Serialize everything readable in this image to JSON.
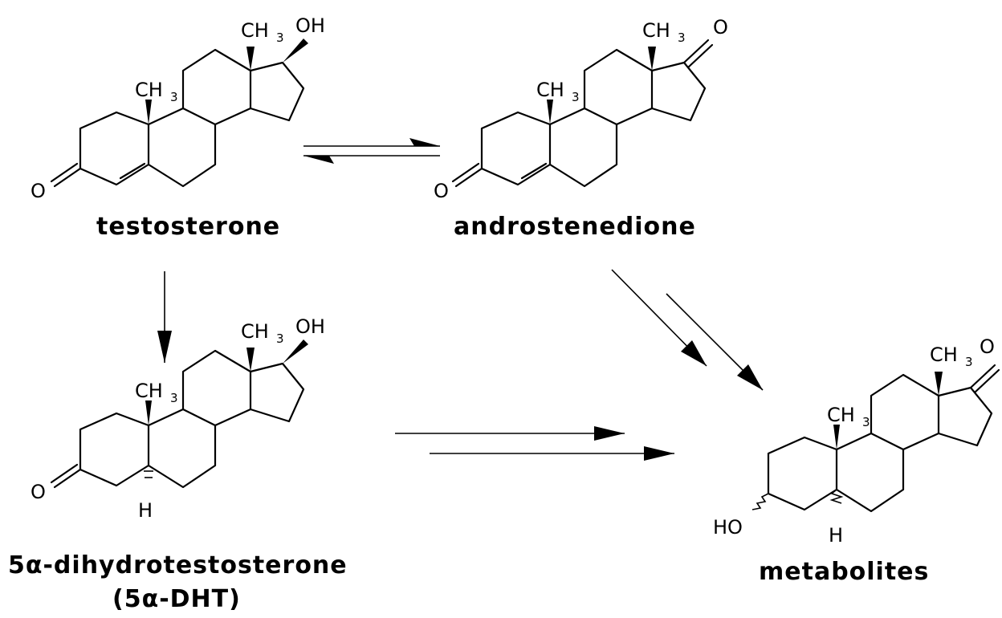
{
  "labels": {
    "methyl": "CH",
    "methyl_sub": "3",
    "hydroxyl": "OH",
    "hydroxyl_left": "HO",
    "oxygen": "O",
    "hydrogen": "H"
  },
  "compounds": {
    "testosterone": "testosterone",
    "androstenedione": "androstenedione",
    "dht": "5α-dihydrotestosterone",
    "dht_abbr": "(5α-DHT)",
    "metabolites": "metabolites"
  }
}
